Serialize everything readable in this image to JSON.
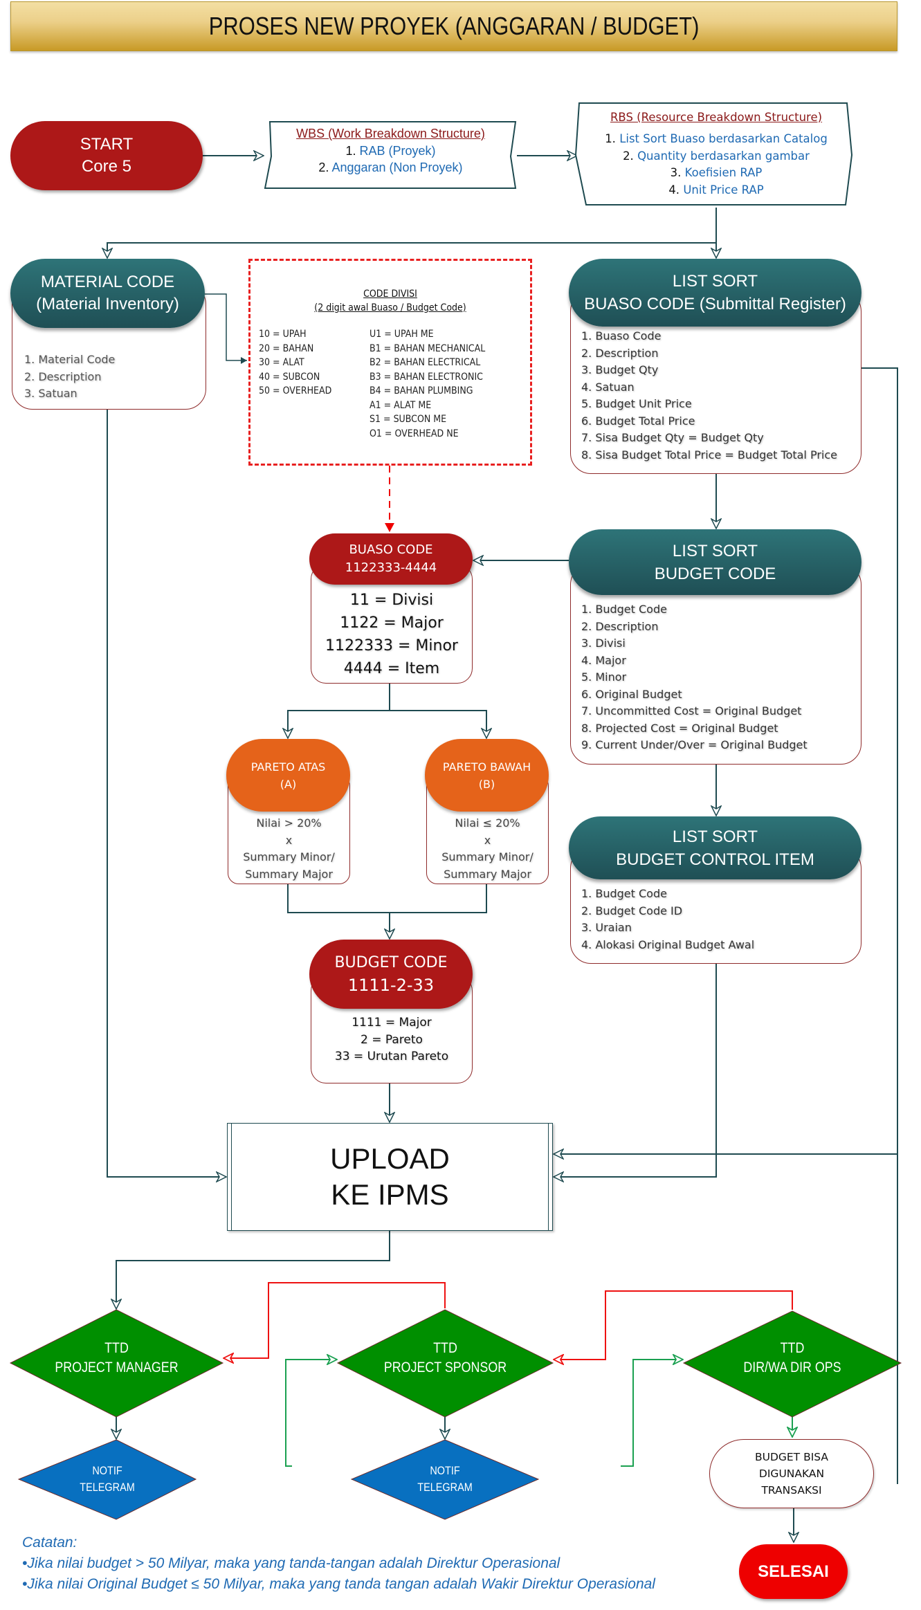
{
  "title": "PROSES NEW PROYEK (ANGGARAN / BUDGET)",
  "start": {
    "line1": "START",
    "line2": "Core 5"
  },
  "wbs": {
    "heading": "WBS (Work Breakdown Structure)",
    "items": [
      {
        "num": "1.",
        "text": "RAB (Proyek)"
      },
      {
        "num": "2.",
        "text": "Anggaran (Non Proyek)"
      }
    ]
  },
  "rbs": {
    "heading": "RBS (Resource Breakdown Structure)",
    "items": [
      {
        "num": "1.",
        "text": "List Sort Buaso berdasarkan Catalog"
      },
      {
        "num": "2.",
        "text": "Quantity berdasarkan gambar"
      },
      {
        "num": "3.",
        "text": "Koefisien RAP"
      },
      {
        "num": "4.",
        "text": "Unit Price RAP"
      }
    ]
  },
  "material_code": {
    "line1": "MATERIAL CODE",
    "line2": "(Material Inventory)",
    "items": [
      "1. Material Code",
      "2. Description",
      "3. Satuan"
    ]
  },
  "code_divisi": {
    "heading1": "CODE DIVISI",
    "heading2": "(2 digit awal Buaso / Budget Code)",
    "left": [
      "10 = UPAH",
      "20 = BAHAN",
      "30 = ALAT",
      "40 = SUBCON",
      "50 = OVERHEAD"
    ],
    "right": [
      "U1 = UPAH ME",
      "B1 = BAHAN MECHANICAL",
      "B2 = BAHAN ELECTRICAL",
      "B3 = BAHAN ELECTRONIC",
      "B4 = BAHAN PLUMBING",
      "A1 = ALAT ME",
      "S1 = SUBCON ME",
      "O1 = OVERHEAD NE"
    ]
  },
  "list_buaso": {
    "line1": "LIST SORT",
    "line2": "BUASO CODE (Submittal Register)",
    "items": [
      "1. Buaso Code",
      "2. Description",
      "3. Budget Qty",
      "4. Satuan",
      "5. Budget Unit Price",
      "6. Budget Total Price",
      "7. Sisa Budget Qty =  Budget Qty",
      "8. Sisa Budget Total Price =  Budget Total Price"
    ]
  },
  "buaso_code": {
    "line1": "BUASO CODE",
    "line2": "1122333-4444",
    "items": [
      "11 = Divisi",
      "1122 = Major",
      "1122333 = Minor",
      "4444 = Item"
    ]
  },
  "list_budget_code": {
    "line1": "LIST SORT",
    "line2": "BUDGET CODE",
    "items": [
      "1. Budget Code",
      "2. Description",
      "3. Divisi",
      "4. Major",
      "5. Minor",
      "6. Original Budget",
      "7. Uncommitted Cost =  Original Budget",
      "8. Projected Cost =  Original Budget",
      "9. Current Under/Over = Original Budget"
    ]
  },
  "pareto_atas": {
    "line1": "PARETO ATAS",
    "line2": "(A)",
    "items": [
      "Nilai > 20%",
      "x",
      "Summary Minor/",
      "Summary Major"
    ]
  },
  "pareto_bawah": {
    "line1": "PARETO BAWAH",
    "line2": "(B)",
    "items": [
      "Nilai ≤  20%",
      "x",
      "Summary Minor/",
      "Summary Major"
    ]
  },
  "list_budget_control": {
    "line1": "LIST SORT",
    "line2": "BUDGET CONTROL ITEM",
    "items": [
      "1. Budget Code",
      "2. Budget Code ID",
      "3. Uraian",
      "4. Alokasi Original Budget Awal"
    ]
  },
  "budget_code": {
    "line1": "BUDGET CODE",
    "line2": "1111-2-33",
    "items": [
      "1111 = Major",
      "2 = Pareto",
      "33 = Urutan Pareto"
    ]
  },
  "upload": {
    "line1": "UPLOAD",
    "line2": "KE IPMS"
  },
  "ttd_pm": {
    "line1": "TTD",
    "line2": "PROJECT MANAGER"
  },
  "ttd_ps": {
    "line1": "TTD",
    "line2": "PROJECT SPONSOR"
  },
  "ttd_dir": {
    "line1": "TTD",
    "line2": "DIR/WA DIR OPS"
  },
  "notif1": {
    "line1": "NOTIF",
    "line2": "TELEGRAM"
  },
  "notif2": {
    "line1": "NOTIF",
    "line2": "TELEGRAM"
  },
  "budget_bisa": {
    "line1": "BUDGET BISA",
    "line2": "DIGUNAKAN",
    "line3": "TRANSAKSI"
  },
  "selesai": "SELESAI",
  "notes": {
    "heading": "Catatan:",
    "items": [
      "•Jika nilai budget > 50 Milyar, maka yang tanda-tangan adalah Direktur Operasional",
      "•Jika nilai Original Budget ≤ 50 Milyar, maka yang tanda tangan adalah Wakir Direktur Operasional"
    ]
  },
  "colors": {
    "title_gold": "#c89a26",
    "start_red": "#ad1818",
    "teal": "#2a6a6e",
    "pareto_orange": "#e5631a",
    "decision_green": "#008f00",
    "notif_blue": "#0870c0",
    "selesai_red": "#ee0000",
    "link_blue": "#1f6ab3",
    "reject_line": "#e11",
    "approve_line": "#1aa050"
  }
}
